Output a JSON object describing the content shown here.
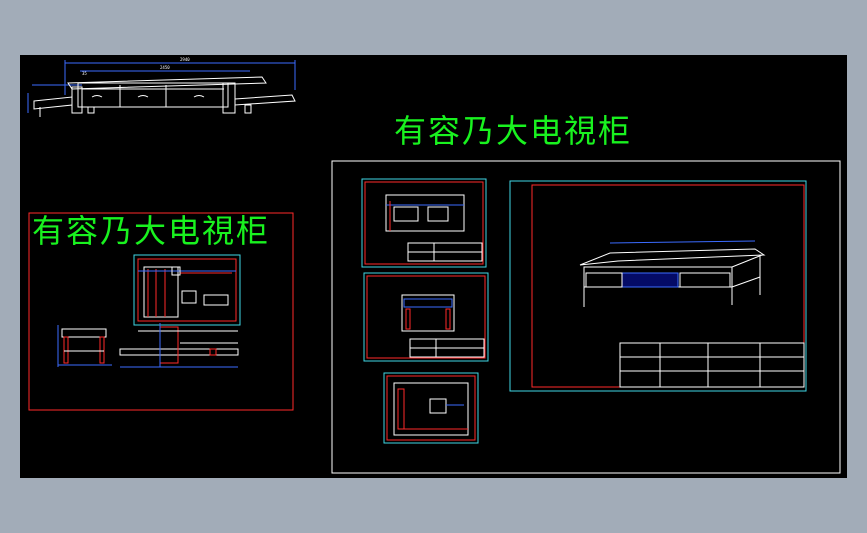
{
  "drawing": {
    "title_right": "有容乃大电視柜",
    "title_left": "有容乃大电視柜",
    "top_view_dims": {
      "overall": "2940",
      "inner": "2450",
      "side": "35"
    }
  },
  "colors": {
    "background_outer": "#a2acb8",
    "canvas": "#000000",
    "title": "#19f21f",
    "frame_red": "#ff2a2a",
    "frame_white": "#ffffff",
    "frame_cyan": "#3fd9e6",
    "dimension_blue": "#3b6bff"
  }
}
